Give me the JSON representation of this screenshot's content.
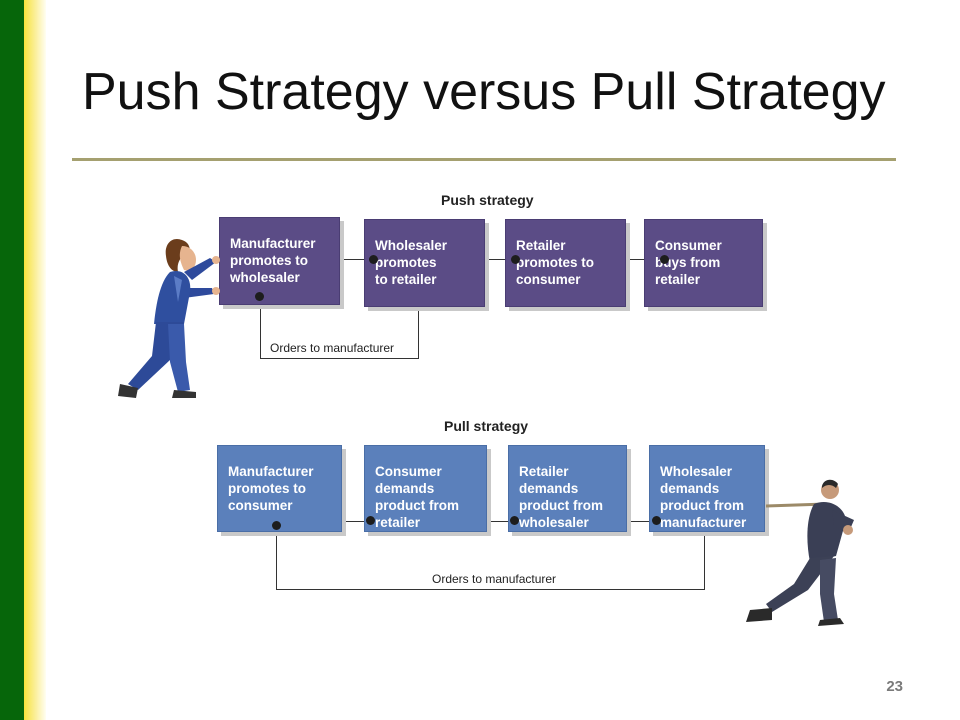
{
  "slide": {
    "title": "Push Strategy versus Pull Strategy",
    "page_number": "23"
  },
  "push": {
    "heading": "Push strategy",
    "boxes": [
      "Manufacturer\npromotes to\nwholesaler",
      "Wholesaler\npromotes\nto retailer",
      "Retailer\npromotes to\nconsumer",
      "Consumer\nbuys from\nretailer"
    ],
    "orders_label": "Orders to manufacturer"
  },
  "pull": {
    "heading": "Pull strategy",
    "boxes": [
      "Manufacturer\npromotes to\nconsumer",
      "Consumer\ndemands\nproduct from\nretailer",
      "Retailer\ndemands\nproduct from\nwholesaler",
      "Wholesaler\ndemands\nproduct from\nmanufacturer"
    ],
    "orders_label": "Orders to manufacturer"
  },
  "colors": {
    "push_box": "#5b4c86",
    "pull_box": "#5b80bb",
    "left_band_green": "#06660a",
    "left_band_yellow": "#f7e23c",
    "title_rule": "#a5a070"
  },
  "icons": [
    "woman-pushing-figure",
    "man-pulling-rope-figure"
  ]
}
